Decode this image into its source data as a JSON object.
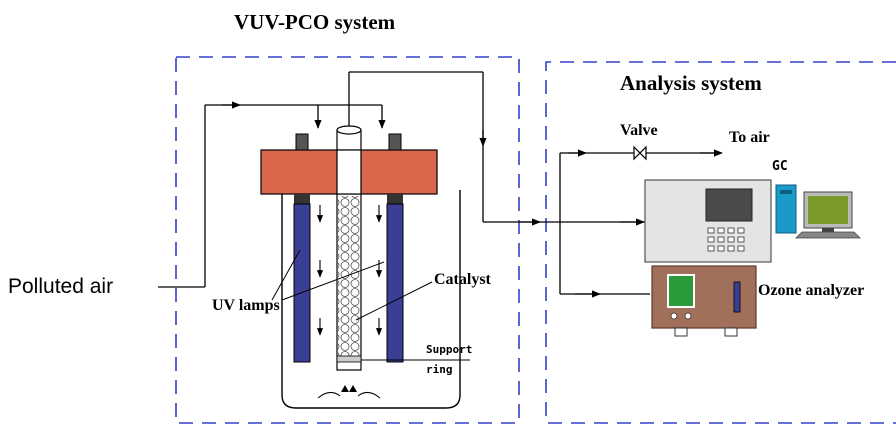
{
  "titles": {
    "vuv_system": "VUV-PCO system",
    "analysis_system": "Analysis system"
  },
  "labels": {
    "polluted_air": "Polluted air",
    "uv_lamps": "UV lamps",
    "catalyst": "Catalyst",
    "support_ring_line1": "Support",
    "support_ring_line2": "ring",
    "valve": "Valve",
    "to_air": "To air",
    "gc": "GC",
    "ozone_analyzer": "Ozone analyzer"
  },
  "colors": {
    "dashed_box": "#3340c8",
    "reactor_cap": "#d9674a",
    "uv_lamp": "#3a3f95",
    "gc_screen": "#4a4a4a",
    "monitor_screen": "#7a9a2a",
    "ozone_box": "#a0705a",
    "ozone_screen": "#2a9a3a",
    "ozone_indicator": "#3a3f95",
    "tower_pc": "#1a9ac8"
  }
}
